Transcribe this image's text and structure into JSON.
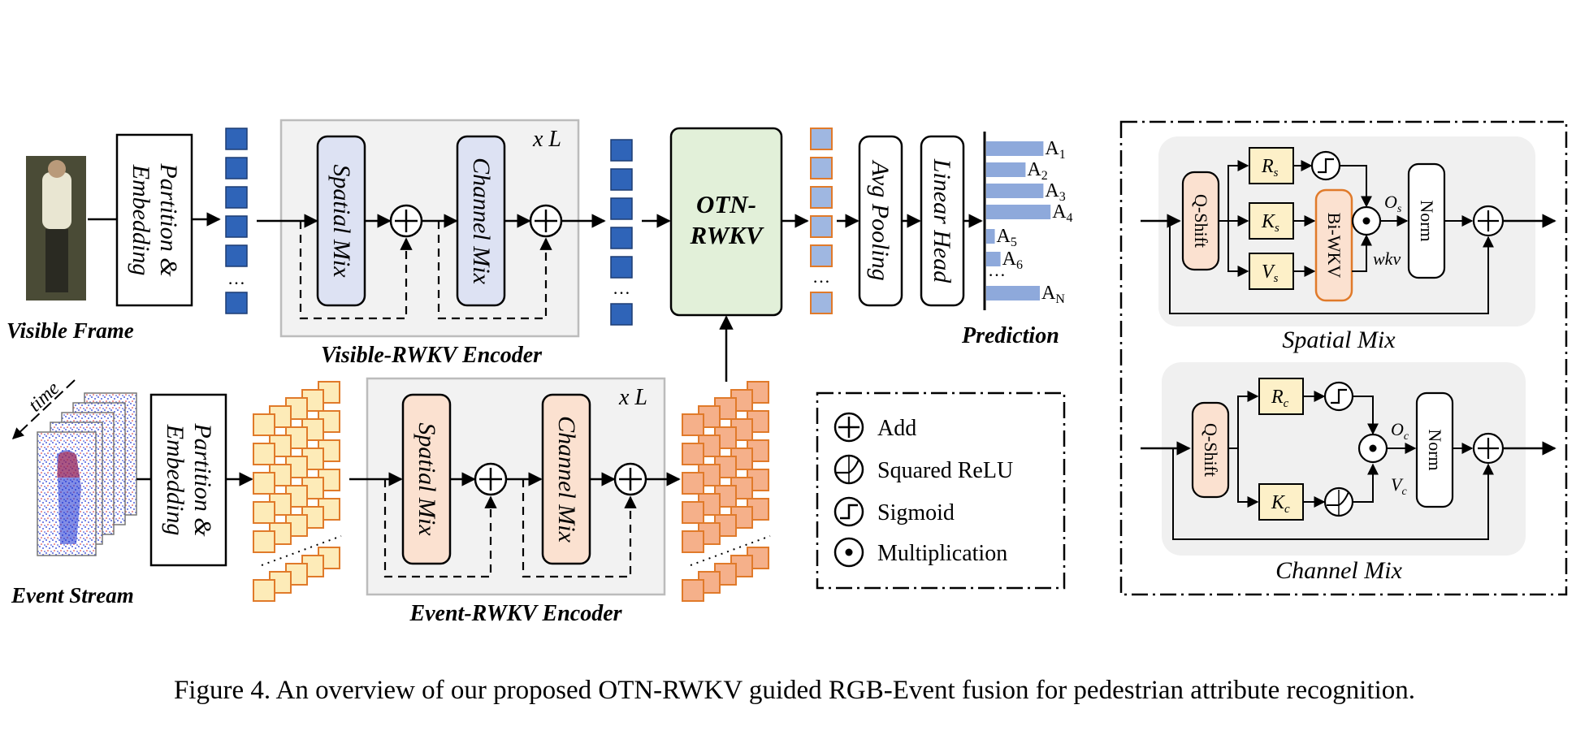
{
  "labels": {
    "visible_frame": "Visible Frame",
    "event_stream": "Event Stream",
    "time": "time",
    "partition_line1": "Partition &",
    "partition_line2": "Embedding",
    "spatial_mix": "Spatial Mix",
    "channel_mix": "Channel Mix",
    "repeat": "x L",
    "visible_encoder": "Visible-RWKV Encoder",
    "event_encoder": "Event-RWKV Encoder",
    "otn_line1": "OTN-",
    "otn_line2": "RWKV",
    "avg_pooling": "Avg Pooling",
    "linear_head": "Linear Head",
    "prediction": "Prediction",
    "ellipsis": "…",
    "q_shift": "Q-Shift",
    "bi_wkv": "Bi-WKV",
    "norm": "Norm",
    "wkv": "wkv",
    "spatial_mix_caption": "Spatial Mix",
    "channel_mix_caption": "Channel Mix"
  },
  "attributes": [
    {
      "base": "A",
      "sub": "1",
      "score": 0.8
    },
    {
      "base": "A",
      "sub": "2",
      "score": 0.55
    },
    {
      "base": "A",
      "sub": "3",
      "score": 0.8
    },
    {
      "base": "A",
      "sub": "4",
      "score": 0.9
    },
    {
      "base": "A",
      "sub": "5",
      "score": 0.12
    },
    {
      "base": "A",
      "sub": "6",
      "score": 0.2
    },
    {
      "base": "A",
      "sub": "N",
      "score": 0.75
    }
  ],
  "spatial_vars": {
    "r": "R",
    "r_sub": "s",
    "k": "K",
    "k_sub": "s",
    "v": "V",
    "v_sub": "s",
    "o": "O",
    "o_sub": "s"
  },
  "channel_vars": {
    "r": "R",
    "r_sub": "c",
    "k": "K",
    "k_sub": "c",
    "o": "O",
    "o_sub": "c",
    "v": "V",
    "v_sub": "c"
  },
  "legend": [
    {
      "icon": "add",
      "label": "Add"
    },
    {
      "icon": "squared-relu",
      "label": "Squared ReLU"
    },
    {
      "icon": "sigmoid",
      "label": "Sigmoid"
    },
    {
      "icon": "multiplication",
      "label": "Multiplication"
    }
  ],
  "caption": "Figure 4. An overview of our proposed OTN-RWKV guided RGB-Event fusion for pedestrian attribute recognition.",
  "colors": {
    "visible_token": "#2f64b8",
    "visible_token_light": "#9fb7e1",
    "event_token_light": "#fdebb8",
    "event_token_dark": "#f5b08a",
    "event_token_border": "#e07a2a",
    "encoder_bg": "#f2f2f2",
    "spatial_block": "#dde2f3",
    "channel_block": "#fbe1d0",
    "otn_block": "#e2f0d9",
    "pred_bar": "#8ea9db",
    "var_box": "#fdf0c8",
    "panel_bg": "#f0f0f0"
  }
}
